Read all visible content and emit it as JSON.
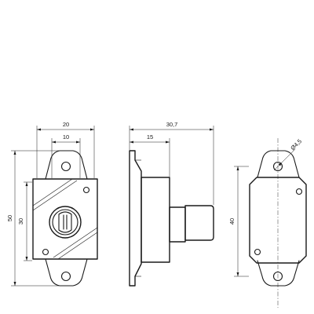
{
  "drawing": {
    "front_view": {
      "width_outer": "20",
      "width_inner": "10",
      "height_total": "50",
      "height_body": "30"
    },
    "side_view": {
      "depth_total": "30,7",
      "depth_flange": "15"
    },
    "back_view": {
      "hole_diameter": "Ø4,5",
      "height_body": "40"
    }
  }
}
